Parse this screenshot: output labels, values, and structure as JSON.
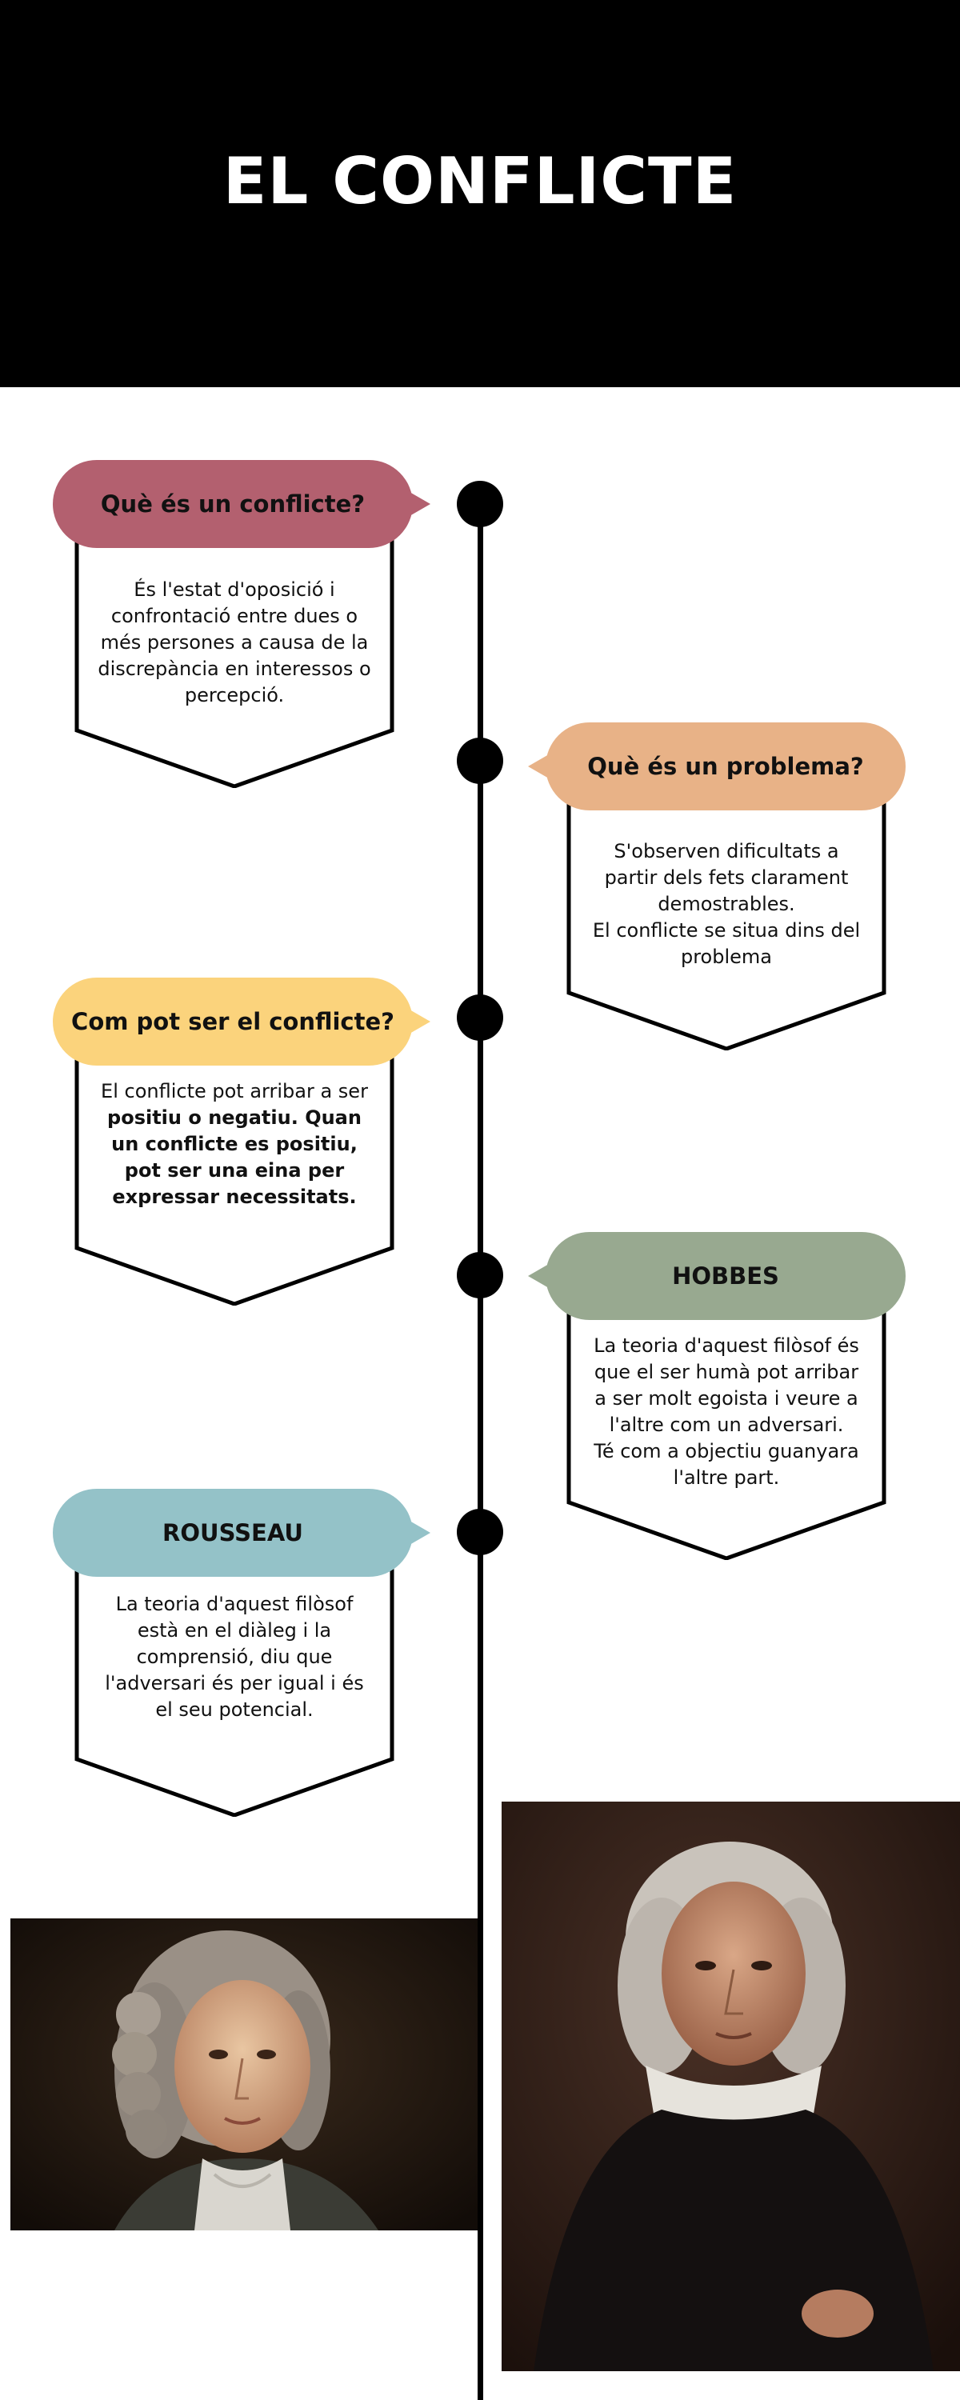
{
  "title": "EL CONFLICTE",
  "colors": {
    "header_bg": "#000000",
    "pink": "#b3606f",
    "peach": "#e8b287",
    "yellow": "#fbd37c",
    "sage": "#98a990",
    "teal": "#94c2c8"
  },
  "sections": [
    {
      "heading": "Què és un conflicte?",
      "body": "És l'estat d'oposició i confrontació entre dues o més persones a causa de la discrepància en interessos o percepció."
    },
    {
      "heading": "Què és un problema?",
      "body_1": "S'observen dificultats a partir dels fets clarament demostrables.",
      "body_2": "El conflicte se situa dins del problema"
    },
    {
      "heading": "Com pot ser el conflicte?",
      "body_1": "El conflicte pot arribar a ser",
      "body_bold": "positiu o negatiu. Quan un conflicte es positiu, pot ser una eina per expressar necessitats."
    },
    {
      "heading": "HOBBES",
      "body_1": "La teoria d'aquest filòsof és que el ser humà pot arribar a ser molt egoista i veure a l'altre com un adversari.",
      "body_2": "Té com a objectiu guanyara l'altre part."
    },
    {
      "heading": "ROUSSEAU",
      "body": "La teoria d'aquest filòsof està en el diàleg i la comprensió, diu que l'adversari és per igual i és el seu potencial."
    }
  ],
  "portraits": [
    {
      "icon": "rousseau-portrait"
    },
    {
      "icon": "hobbes-portrait"
    }
  ]
}
